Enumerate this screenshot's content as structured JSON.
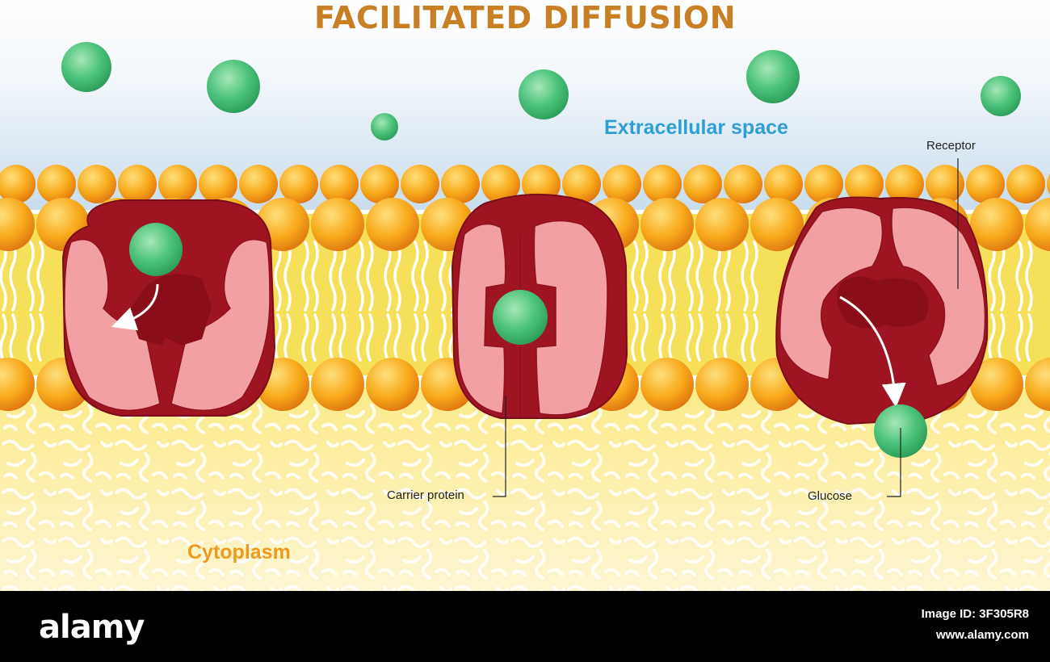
{
  "title": "FACILITATED DIFFUSION",
  "labels": {
    "extracellular": "Extracellular space",
    "cytoplasm": "Cytoplasm",
    "receptor": "Receptor",
    "carrier_protein": "Carrier protein",
    "glucose": "Glucose"
  },
  "footer": {
    "logo": "alamy",
    "image_id": "Image ID: 3F305R8",
    "site": "www.alamy.com"
  },
  "colors": {
    "title": "#C97F24",
    "extracellular": "#2E9FD6",
    "cytoplasm": "#EE9A1F",
    "glucose": "#3DB36B",
    "protein_dark": "#9E1422",
    "protein_light": "#F2A0A4",
    "lipid_head": "#F6A51A",
    "membrane_core": "#F6E05A"
  }
}
